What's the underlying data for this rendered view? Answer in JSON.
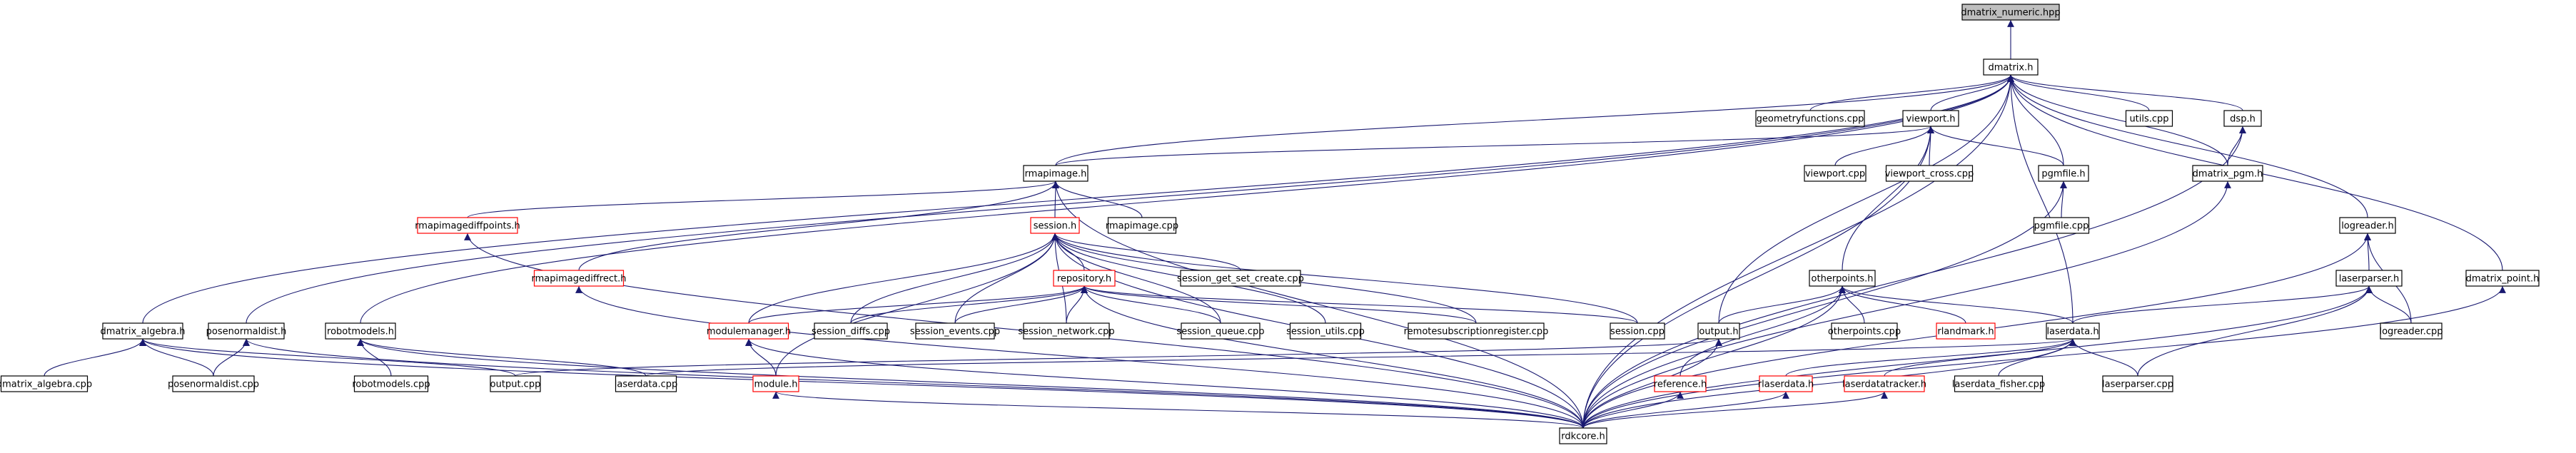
{
  "colors": {
    "edge": "#191970",
    "root_fill": "#bfbfbf",
    "node_stroke_ok": "#000000",
    "node_stroke_missing": "#ff0000",
    "text": "#000000"
  },
  "nodes": [
    {
      "id": "dmatrix_numeric_hpp",
      "label": "dmatrix_numeric.hpp",
      "root": true
    },
    {
      "id": "dmatrix_h",
      "label": "dmatrix.h"
    },
    {
      "id": "geometryfunctions_cpp",
      "label": "geometryfunctions.cpp"
    },
    {
      "id": "viewport_h",
      "label": "viewport.h"
    },
    {
      "id": "utils_cpp",
      "label": "utils.cpp"
    },
    {
      "id": "dsp_h",
      "label": "dsp.h"
    },
    {
      "id": "rmapimage_h",
      "label": "rmapimage.h"
    },
    {
      "id": "viewport_cpp",
      "label": "viewport.cpp"
    },
    {
      "id": "viewport_cross_cpp",
      "label": "viewport_cross.cpp"
    },
    {
      "id": "pgmfile_h",
      "label": "pgmfile.h"
    },
    {
      "id": "dmatrix_pgm_h",
      "label": "dmatrix_pgm.h"
    },
    {
      "id": "rmapimagediffpoints_h",
      "label": "rmapimagediffpoints.h",
      "missing": true
    },
    {
      "id": "session_h",
      "label": "session.h",
      "missing": true
    },
    {
      "id": "rmapimage_cpp",
      "label": "rmapimage.cpp"
    },
    {
      "id": "pgmfile_cpp",
      "label": "pgmfile.cpp"
    },
    {
      "id": "logreader_h",
      "label": "logreader.h"
    },
    {
      "id": "session_get_set_create_cpp",
      "label": "session_get_set_create.cpp"
    },
    {
      "id": "rmapimagediffrect_h",
      "label": "rmapimagediffrect.h",
      "missing": true
    },
    {
      "id": "otherpoints_h",
      "label": "otherpoints.h"
    },
    {
      "id": "repository_h",
      "label": "repository.h",
      "missing": true
    },
    {
      "id": "laserparser_h",
      "label": "laserparser.h"
    },
    {
      "id": "dmatrix_point_h",
      "label": "dmatrix_point.h"
    },
    {
      "id": "dmatrix_algebra_h",
      "label": "dmatrix_algebra.h"
    },
    {
      "id": "posenormaldist_h",
      "label": "posenormaldist.h"
    },
    {
      "id": "robotmodels_h",
      "label": "robotmodels.h"
    },
    {
      "id": "modulemanager_h",
      "label": "modulemanager.h",
      "missing": true
    },
    {
      "id": "session_diffs_cpp",
      "label": "session_diffs.cpp"
    },
    {
      "id": "session_events_cpp",
      "label": "session_events.cpp"
    },
    {
      "id": "session_network_cpp",
      "label": "session_network.cpp"
    },
    {
      "id": "session_queue_cpp",
      "label": "session_queue.cpp"
    },
    {
      "id": "session_utils_cpp",
      "label": "session_utils.cpp"
    },
    {
      "id": "remotesubscriptionregister_cpp",
      "label": "remotesubscriptionregister.cpp"
    },
    {
      "id": "session_cpp",
      "label": "session.cpp"
    },
    {
      "id": "output_h",
      "label": "output.h"
    },
    {
      "id": "otherpoints_cpp",
      "label": "otherpoints.cpp"
    },
    {
      "id": "rlandmark_h",
      "label": "rlandmark.h",
      "missing": true
    },
    {
      "id": "laserdata_h",
      "label": "laserdata.h"
    },
    {
      "id": "logreader_cpp",
      "label": "logreader.cpp"
    },
    {
      "id": "dmatrix_algebra_cpp",
      "label": "dmatrix_algebra.cpp"
    },
    {
      "id": "posenormaldist_cpp",
      "label": "posenormaldist.cpp"
    },
    {
      "id": "robotmodels_cpp",
      "label": "robotmodels.cpp"
    },
    {
      "id": "output_cpp",
      "label": "output.cpp"
    },
    {
      "id": "laserdata_cpp",
      "label": "laserdata.cpp"
    },
    {
      "id": "module_h",
      "label": "module.h",
      "missing": true
    },
    {
      "id": "reference_h",
      "label": "reference.h",
      "missing": true
    },
    {
      "id": "rlaserdata_h",
      "label": "rlaserdata.h",
      "missing": true
    },
    {
      "id": "laserdatatracker_h",
      "label": "laserdatatracker.h",
      "missing": true
    },
    {
      "id": "laserdata_fisher_cpp",
      "label": "laserdata_fisher.cpp"
    },
    {
      "id": "laserparser_cpp",
      "label": "laserparser.cpp"
    },
    {
      "id": "rdkcore_h",
      "label": "rdkcore.h"
    }
  ],
  "edges": [
    [
      "dmatrix_h",
      "dmatrix_numeric_hpp"
    ],
    [
      "geometryfunctions_cpp",
      "dmatrix_h"
    ],
    [
      "viewport_h",
      "dmatrix_h"
    ],
    [
      "utils_cpp",
      "dmatrix_h"
    ],
    [
      "dsp_h",
      "dmatrix_h"
    ],
    [
      "rmapimage_h",
      "dmatrix_h"
    ],
    [
      "pgmfile_h",
      "dmatrix_h"
    ],
    [
      "dmatrix_pgm_h",
      "dmatrix_h"
    ],
    [
      "logreader_h",
      "dmatrix_h"
    ],
    [
      "dmatrix_point_h",
      "dmatrix_h"
    ],
    [
      "dmatrix_algebra_h",
      "dmatrix_h"
    ],
    [
      "posenormaldist_h",
      "dmatrix_h"
    ],
    [
      "robotmodels_h",
      "dmatrix_h"
    ],
    [
      "output_h",
      "dmatrix_h"
    ],
    [
      "laserdata_h",
      "dmatrix_h"
    ],
    [
      "rdkcore_h",
      "dmatrix_h"
    ],
    [
      "rmapimage_h",
      "viewport_h"
    ],
    [
      "viewport_cpp",
      "viewport_h"
    ],
    [
      "viewport_cross_cpp",
      "viewport_h"
    ],
    [
      "pgmfile_h",
      "viewport_h"
    ],
    [
      "otherpoints_h",
      "viewport_h"
    ],
    [
      "rdkcore_h",
      "viewport_h"
    ],
    [
      "dmatrix_pgm_h",
      "dsp_h"
    ],
    [
      "rdkcore_h",
      "dsp_h"
    ],
    [
      "rmapimagediffpoints_h",
      "rmapimage_h"
    ],
    [
      "session_h",
      "rmapimage_h"
    ],
    [
      "rmapimage_cpp",
      "rmapimage_h"
    ],
    [
      "rmapimagediffrect_h",
      "rmapimage_h"
    ],
    [
      "rdkcore_h",
      "rmapimage_h"
    ],
    [
      "pgmfile_cpp",
      "pgmfile_h"
    ],
    [
      "rdkcore_h",
      "pgmfile_h"
    ],
    [
      "rdkcore_h",
      "dmatrix_pgm_h"
    ],
    [
      "rdkcore_h",
      "rmapimagediffpoints_h"
    ],
    [
      "session_get_set_create_cpp",
      "session_h"
    ],
    [
      "repository_h",
      "session_h"
    ],
    [
      "modulemanager_h",
      "session_h"
    ],
    [
      "session_diffs_cpp",
      "session_h"
    ],
    [
      "session_events_cpp",
      "session_h"
    ],
    [
      "session_network_cpp",
      "session_h"
    ],
    [
      "session_queue_cpp",
      "session_h"
    ],
    [
      "session_utils_cpp",
      "session_h"
    ],
    [
      "remotesubscriptionregister_cpp",
      "session_h"
    ],
    [
      "session_cpp",
      "session_h"
    ],
    [
      "module_h",
      "session_h"
    ],
    [
      "rdkcore_h",
      "session_h"
    ],
    [
      "laserparser_h",
      "logreader_h"
    ],
    [
      "logreader_cpp",
      "logreader_h"
    ],
    [
      "rdkcore_h",
      "logreader_h"
    ],
    [
      "rdkcore_h",
      "rmapimagediffrect_h"
    ],
    [
      "output_h",
      "otherpoints_h"
    ],
    [
      "otherpoints_cpp",
      "otherpoints_h"
    ],
    [
      "rlandmark_h",
      "otherpoints_h"
    ],
    [
      "laserdata_h",
      "otherpoints_h"
    ],
    [
      "reference_h",
      "otherpoints_h"
    ],
    [
      "rdkcore_h",
      "otherpoints_h"
    ],
    [
      "modulemanager_h",
      "repository_h"
    ],
    [
      "session_diffs_cpp",
      "repository_h"
    ],
    [
      "session_events_cpp",
      "repository_h"
    ],
    [
      "session_network_cpp",
      "repository_h"
    ],
    [
      "session_queue_cpp",
      "repository_h"
    ],
    [
      "remotesubscriptionregister_cpp",
      "repository_h"
    ],
    [
      "session_cpp",
      "repository_h"
    ],
    [
      "rdkcore_h",
      "repository_h"
    ],
    [
      "laserdata_h",
      "laserparser_h"
    ],
    [
      "logreader_cpp",
      "laserparser_h"
    ],
    [
      "laserparser_cpp",
      "laserparser_h"
    ],
    [
      "rdkcore_h",
      "laserparser_h"
    ],
    [
      "rdkcore_h",
      "dmatrix_point_h"
    ],
    [
      "dmatrix_algebra_cpp",
      "dmatrix_algebra_h"
    ],
    [
      "posenormaldist_cpp",
      "dmatrix_algebra_h"
    ],
    [
      "output_cpp",
      "dmatrix_algebra_h"
    ],
    [
      "rdkcore_h",
      "dmatrix_algebra_h"
    ],
    [
      "posenormaldist_cpp",
      "posenormaldist_h"
    ],
    [
      "rdkcore_h",
      "posenormaldist_h"
    ],
    [
      "robotmodels_cpp",
      "robotmodels_h"
    ],
    [
      "laserdata_cpp",
      "robotmodels_h"
    ],
    [
      "rdkcore_h",
      "robotmodels_h"
    ],
    [
      "module_h",
      "modulemanager_h"
    ],
    [
      "rdkcore_h",
      "modulemanager_h"
    ],
    [
      "output_cpp",
      "output_h"
    ],
    [
      "rdkcore_h",
      "output_h"
    ],
    [
      "laserdata_cpp",
      "laserdata_h"
    ],
    [
      "rlaserdata_h",
      "laserdata_h"
    ],
    [
      "laserdatatracker_h",
      "laserdata_h"
    ],
    [
      "laserdata_fisher_cpp",
      "laserdata_h"
    ],
    [
      "laserparser_cpp",
      "laserdata_h"
    ],
    [
      "rdkcore_h",
      "laserdata_h"
    ],
    [
      "rdkcore_h",
      "module_h"
    ],
    [
      "rdkcore_h",
      "reference_h"
    ],
    [
      "rdkcore_h",
      "rlaserdata_h"
    ],
    [
      "rdkcore_h",
      "laserdatatracker_h"
    ]
  ]
}
